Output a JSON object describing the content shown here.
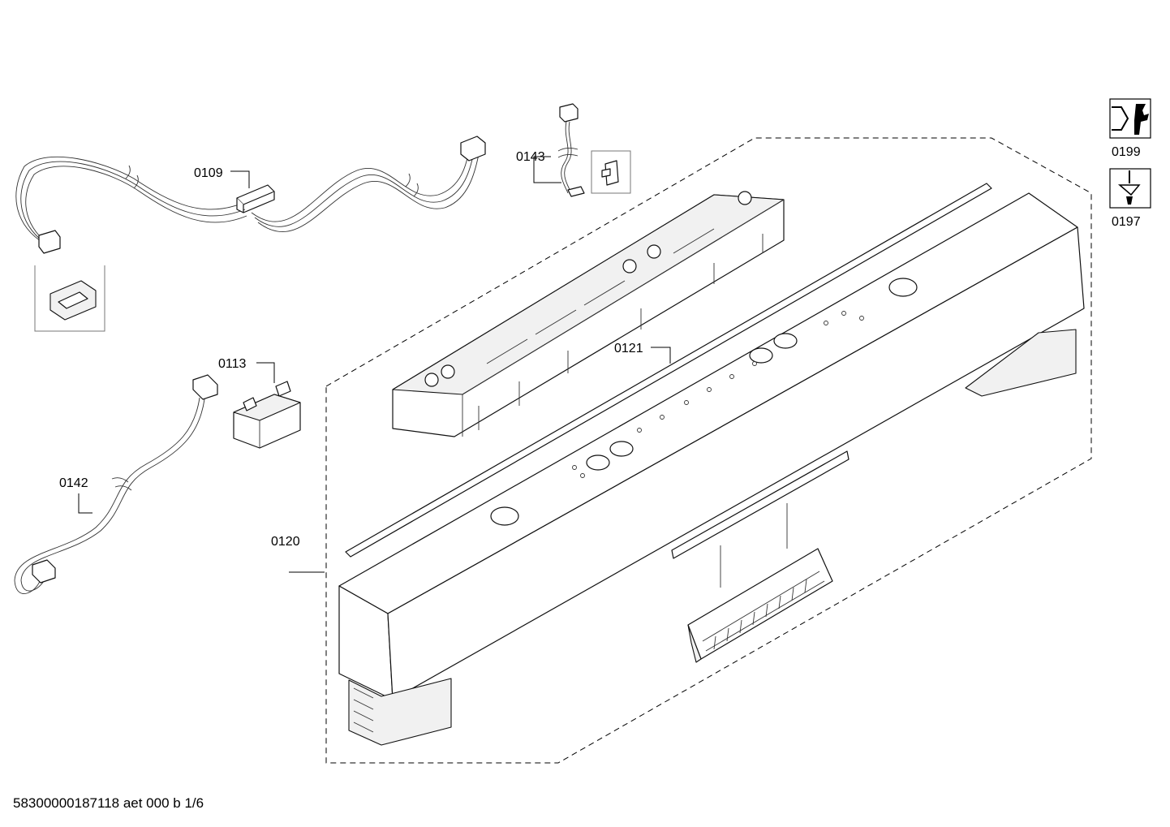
{
  "diagram": {
    "part_labels": [
      {
        "id": "0109",
        "text": "0109"
      },
      {
        "id": "0143",
        "text": "0143"
      },
      {
        "id": "0113",
        "text": "0113"
      },
      {
        "id": "0121",
        "text": "0121"
      },
      {
        "id": "0142",
        "text": "0142"
      },
      {
        "id": "0120",
        "text": "0120"
      }
    ],
    "tool_icons": [
      {
        "name": "wrench-icon",
        "code": "0199"
      },
      {
        "name": "screwdriver-icon",
        "code": "0197"
      }
    ]
  },
  "footer": {
    "document_id": "58300000187118 aet 000 b 1/6"
  }
}
